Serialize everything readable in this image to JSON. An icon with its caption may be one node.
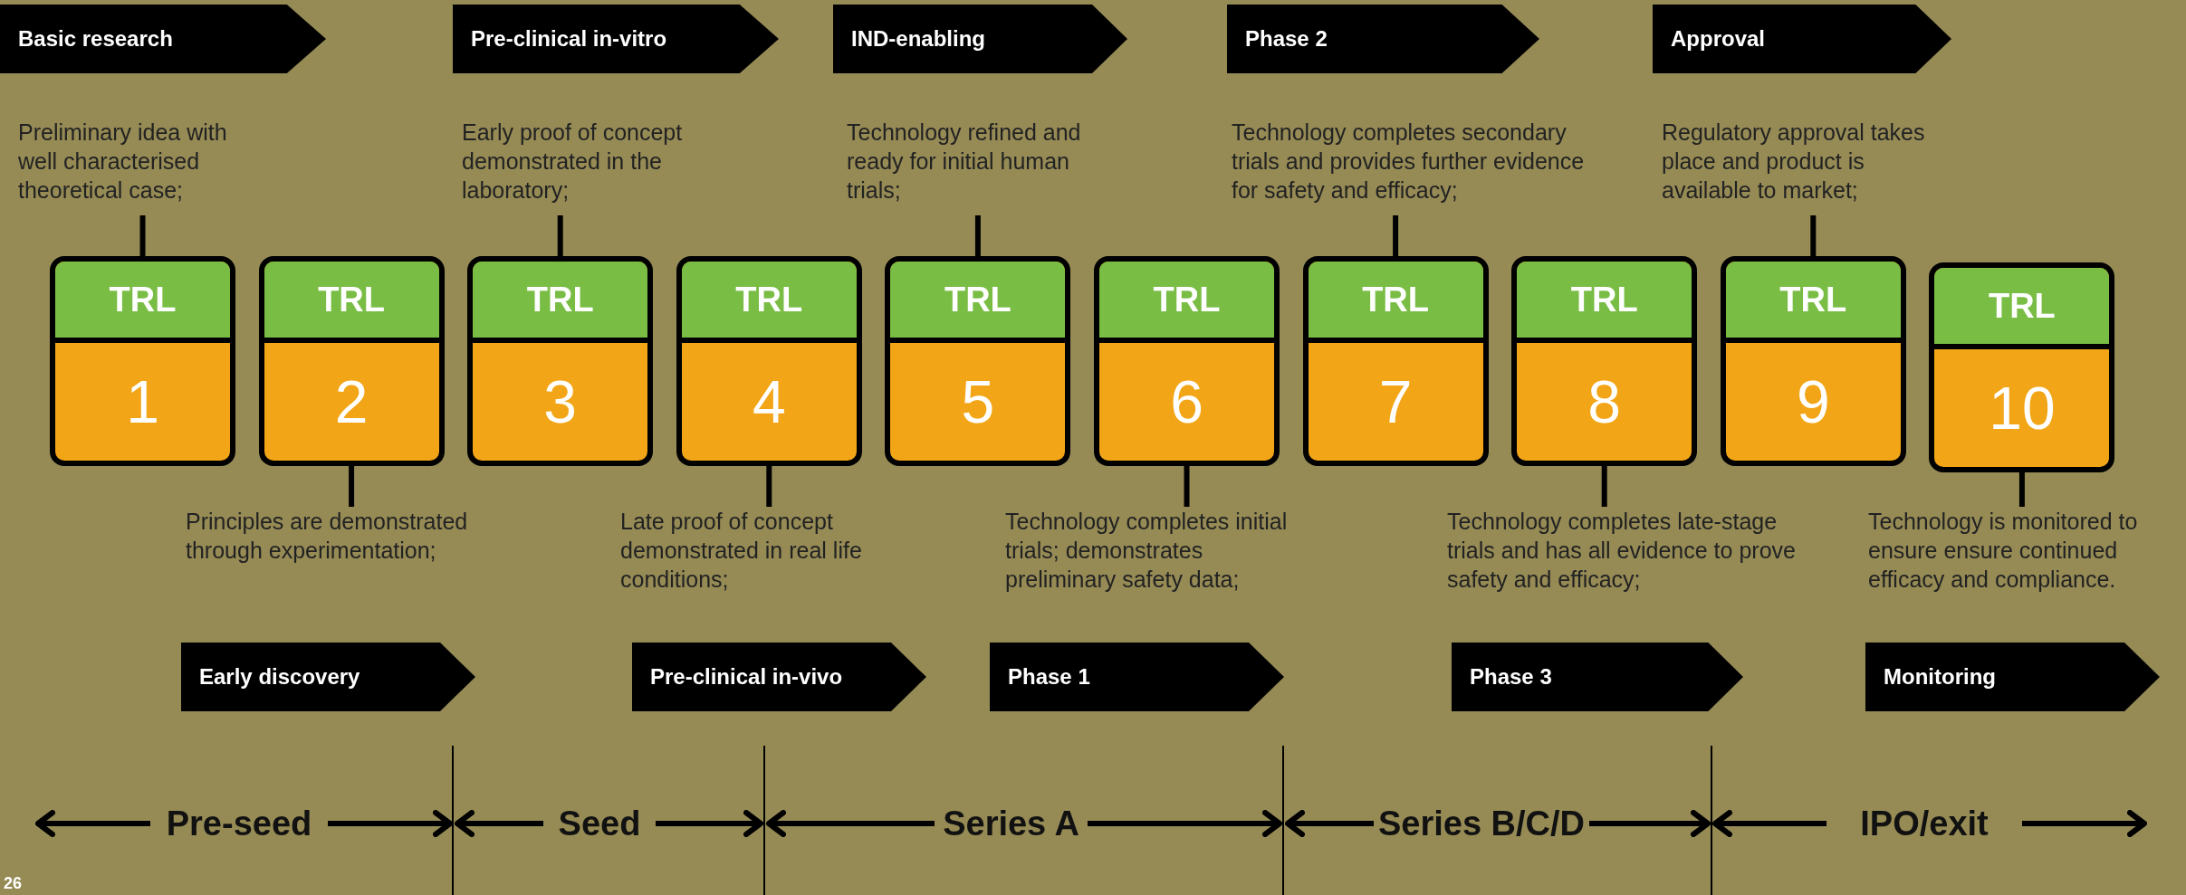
{
  "diagram": {
    "nodes": [
      {
        "text": [
          "TRL",
          "1"
        ]
      },
      {
        "text": [
          "TRL",
          "2"
        ]
      },
      {
        "text": [
          "TRL",
          "3"
        ]
      },
      {
        "text": [
          "TRL",
          "4"
        ]
      },
      {
        "text": [
          "TRL",
          "5"
        ]
      },
      {
        "text": [
          "TRL",
          "6"
        ]
      },
      {
        "text": [
          "TRL",
          "7"
        ]
      },
      {
        "text": [
          "TRL",
          "8"
        ]
      },
      {
        "text": [
          "TRL",
          "9"
        ]
      },
      {
        "text": [
          "TRL",
          "10"
        ]
      },
      {
        "text": [
          "Preliminary idea with well characterised theoretical case;"
        ]
      },
      {
        "text": [
          "Principles are demonstrated through experimentation;"
        ]
      },
      {
        "text": [
          "Early proof of concept demonstrated in the laboratory;"
        ]
      },
      {
        "text": [
          "Late proof of concept demonstrated in real life conditions;"
        ]
      },
      {
        "text": [
          "Technology refined and ready for initial human trials;"
        ]
      },
      {
        "text": [
          "Technology completes initial trials; demonstrates preliminary safety data;"
        ]
      },
      {
        "text": [
          "Technology completes secondary trials and provides further evidence for safety and efficacy;"
        ]
      },
      {
        "text": [
          "Technology completes late-stage trials and has all evidence to prove safety and efficacy;"
        ]
      },
      {
        "text": [
          "Regulatory approval takes place and product is available to market;"
        ]
      },
      {
        "text": [
          "Technology is monitored to ensure ensure continued efficacy and compliance."
        ]
      },
      {
        "text": [
          "Basic research"
        ]
      },
      {
        "text": [
          "Pre-clinical in-vitro"
        ]
      },
      {
        "text": [
          "IND-enabling"
        ]
      },
      {
        "text": [
          "Phase 2"
        ]
      },
      {
        "text": [
          "Approval"
        ]
      },
      {
        "text": [
          "Early discovery"
        ]
      },
      {
        "text": [
          "Pre-clinical in-vivo"
        ]
      },
      {
        "text": [
          "Phase 1"
        ]
      },
      {
        "text": [
          "Phase 3"
        ]
      },
      {
        "text": [
          "Monitoring"
        ]
      }
    ],
    "edges": [
      {
        "from": 10,
        "to": 0,
        "arrow": "none"
      },
      {
        "from": 11,
        "to": 1,
        "arrow": "none"
      },
      {
        "from": 12,
        "to": 2,
        "arrow": "none"
      },
      {
        "from": 13,
        "to": 3,
        "arrow": "none"
      },
      {
        "from": 14,
        "to": 4,
        "arrow": "none"
      },
      {
        "from": 15,
        "to": 5,
        "arrow": "none"
      },
      {
        "from": 16,
        "to": 6,
        "arrow": "none"
      },
      {
        "from": 17,
        "to": 7,
        "arrow": "none"
      },
      {
        "from": 18,
        "to": 8,
        "arrow": "none"
      },
      {
        "from": 19,
        "to": 9,
        "arrow": "none"
      }
    ],
    "labels": [
      "Pre-seed",
      "Seed",
      "Series A",
      "Series B/C/D",
      "IPO/exit",
      "26"
    ]
  }
}
